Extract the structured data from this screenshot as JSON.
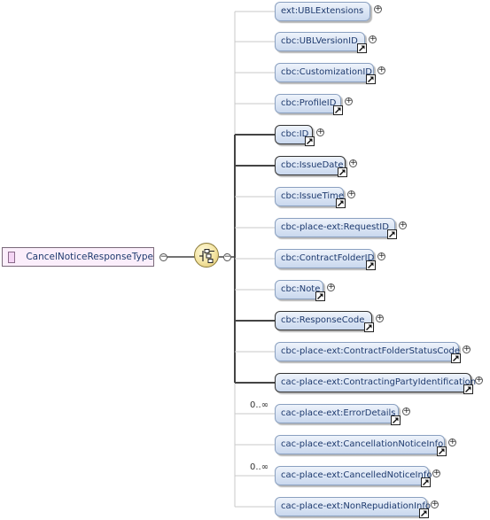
{
  "root": {
    "name": "CancelNoticeResponseType"
  },
  "toggles": {
    "collapse": "−",
    "expand": "+"
  },
  "elements": [
    {
      "name": "ext:UBLExtensions",
      "required": false,
      "ref": false
    },
    {
      "name": "cbc:UBLVersionID",
      "required": false,
      "ref": true
    },
    {
      "name": "cbc:CustomizationID",
      "required": false,
      "ref": true
    },
    {
      "name": "cbc:ProfileID",
      "required": false,
      "ref": true
    },
    {
      "name": "cbc:ID",
      "required": true,
      "ref": true
    },
    {
      "name": "cbc:IssueDate",
      "required": true,
      "ref": true
    },
    {
      "name": "cbc:IssueTime",
      "required": false,
      "ref": true
    },
    {
      "name": "cbc-place-ext:RequestID",
      "required": false,
      "ref": true
    },
    {
      "name": "cbc:ContractFolderID",
      "required": false,
      "ref": true
    },
    {
      "name": "cbc:Note",
      "required": false,
      "ref": true
    },
    {
      "name": "cbc:ResponseCode",
      "required": true,
      "ref": true
    },
    {
      "name": "cbc-place-ext:ContractFolderStatusCode",
      "required": false,
      "ref": true
    },
    {
      "name": "cac-place-ext:ContractingPartyIdentification",
      "required": true,
      "ref": true
    },
    {
      "name": "cac-place-ext:ErrorDetails",
      "required": false,
      "ref": true,
      "cardinality": "0..∞"
    },
    {
      "name": "cac-place-ext:CancellationNoticeInfo",
      "required": false,
      "ref": true
    },
    {
      "name": "cac-place-ext:CancelledNoticeInfo",
      "required": false,
      "ref": true,
      "cardinality": "0..∞"
    },
    {
      "name": "cac-place-ext:NonRepudiationInfo",
      "required": false,
      "ref": true
    }
  ]
}
